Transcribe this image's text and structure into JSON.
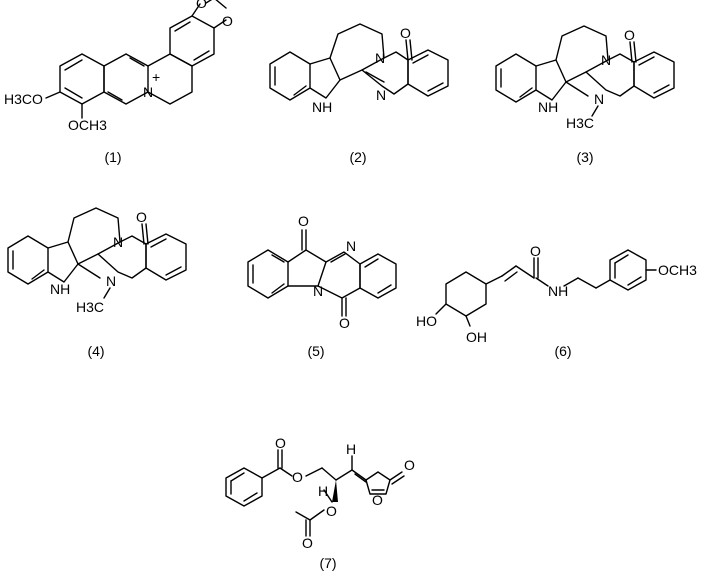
{
  "compounds": [
    {
      "label": "(1)",
      "atoms": {
        "o1": "O",
        "o2": "O",
        "n": "N",
        "plus": "+",
        "ome1": "H3CO",
        "ome2": "OCH3"
      }
    },
    {
      "label": "(2)",
      "atoms": {
        "o": "O",
        "n1": "N",
        "n2": "N",
        "nh": "NH"
      }
    },
    {
      "label": "(3)",
      "atoms": {
        "o": "O",
        "n1": "N",
        "n2": "N",
        "nh": "NH",
        "me": "H3C"
      }
    },
    {
      "label": "(4)",
      "atoms": {
        "o": "O",
        "n1": "N",
        "n2": "N",
        "nh": "NH",
        "me": "H3C"
      }
    },
    {
      "label": "(5)",
      "atoms": {
        "o1": "O",
        "o2": "O",
        "n1": "N",
        "n2": "N"
      }
    },
    {
      "label": "(6)",
      "atoms": {
        "o": "O",
        "nh": "NH",
        "och3": "OCH3",
        "ho": "HO",
        "oh": "OH"
      }
    },
    {
      "label": "(7)",
      "atoms": {
        "o1": "O",
        "o2": "O",
        "o3": "O",
        "o4": "O",
        "o5": "O",
        "o6": "O",
        "h1": "H",
        "h2": "H"
      }
    }
  ]
}
